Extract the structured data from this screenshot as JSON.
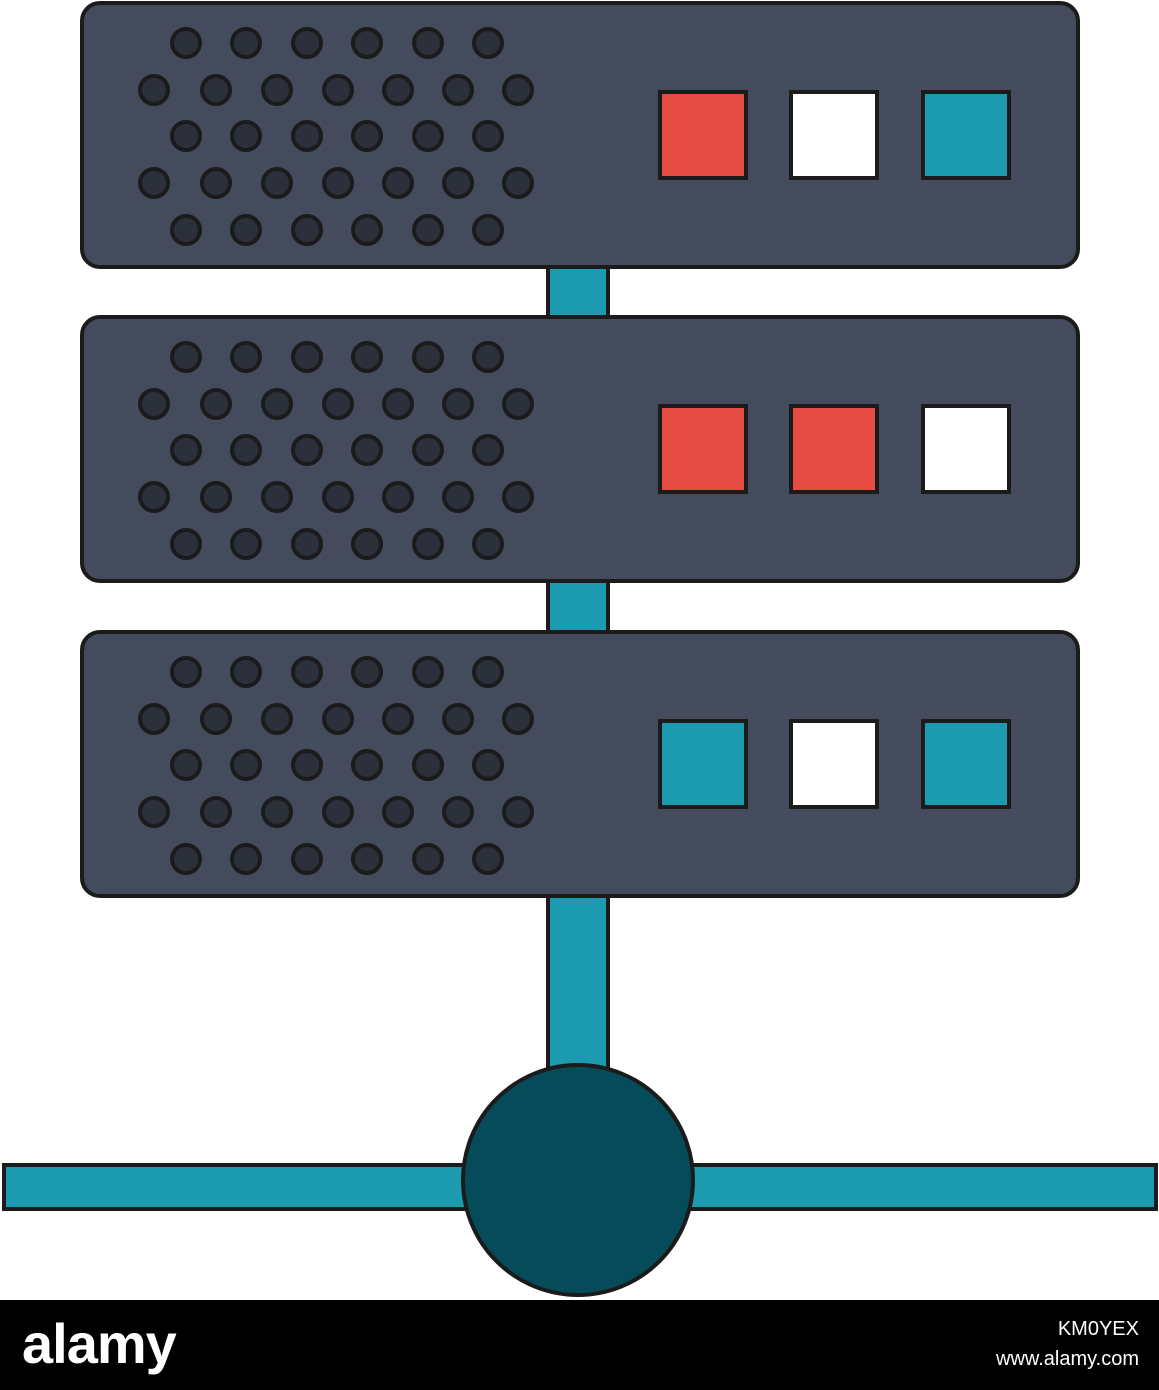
{
  "illustration": {
    "icon": "server-rack-network-icon",
    "colors": {
      "background": "#ffffff",
      "server_body": "#434b5c",
      "outline": "#1b1b1b",
      "vent_hole": "#2b303b",
      "connector": "#1c9bb0",
      "hub": "#054b59",
      "red": "#e74c44",
      "white": "#ffffff",
      "blue": "#1c9bb0"
    },
    "servers": [
      {
        "name": "server-unit-1",
        "lights": [
          "red",
          "white",
          "blue"
        ]
      },
      {
        "name": "server-unit-2",
        "lights": [
          "red",
          "red",
          "white"
        ]
      },
      {
        "name": "server-unit-3",
        "lights": [
          "blue",
          "white",
          "blue"
        ]
      }
    ]
  },
  "footer": {
    "brand": "alamy",
    "image_id": "KM0YEX",
    "site": "www.alamy.com"
  }
}
